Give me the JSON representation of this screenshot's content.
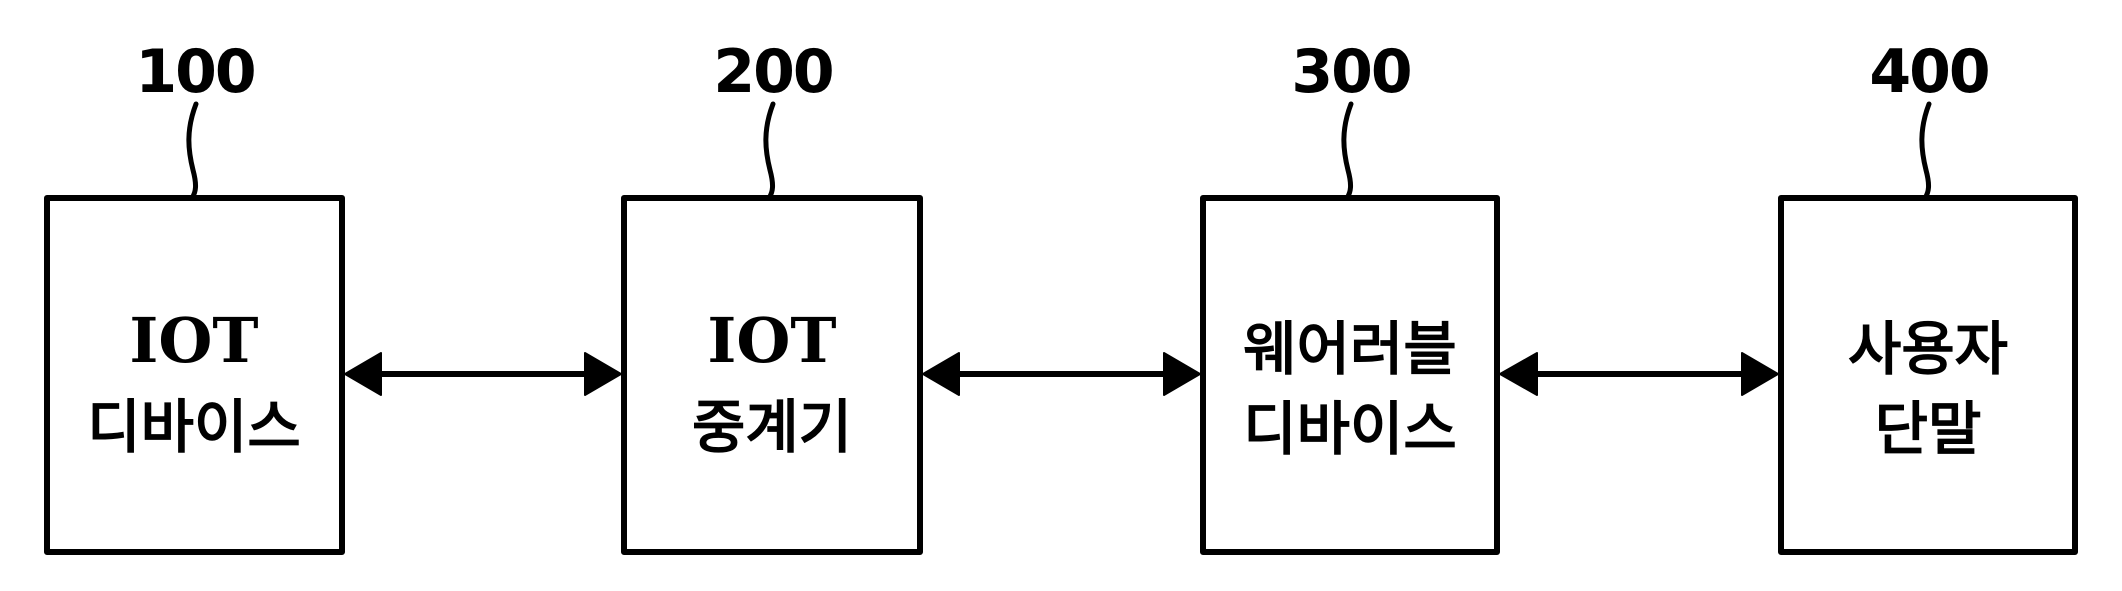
{
  "diagram": {
    "title": "",
    "stroke_color": "#000000",
    "background_color": "#ffffff",
    "blocks": [
      {
        "id": "iot-device",
        "ref": "100",
        "lines": [
          "IOT",
          "디바이스"
        ]
      },
      {
        "id": "iot-relay",
        "ref": "200",
        "lines": [
          "IOT",
          "중계기"
        ]
      },
      {
        "id": "wearable-device",
        "ref": "300",
        "lines": [
          "웨어러블",
          "디바이스"
        ]
      },
      {
        "id": "user-terminal",
        "ref": "400",
        "lines": [
          "사용자",
          "단말"
        ]
      }
    ],
    "connections": [
      {
        "from": "iot-device",
        "to": "iot-relay",
        "direction": "bidirectional"
      },
      {
        "from": "iot-relay",
        "to": "wearable-device",
        "direction": "bidirectional"
      },
      {
        "from": "wearable-device",
        "to": "user-terminal",
        "direction": "bidirectional"
      }
    ]
  }
}
